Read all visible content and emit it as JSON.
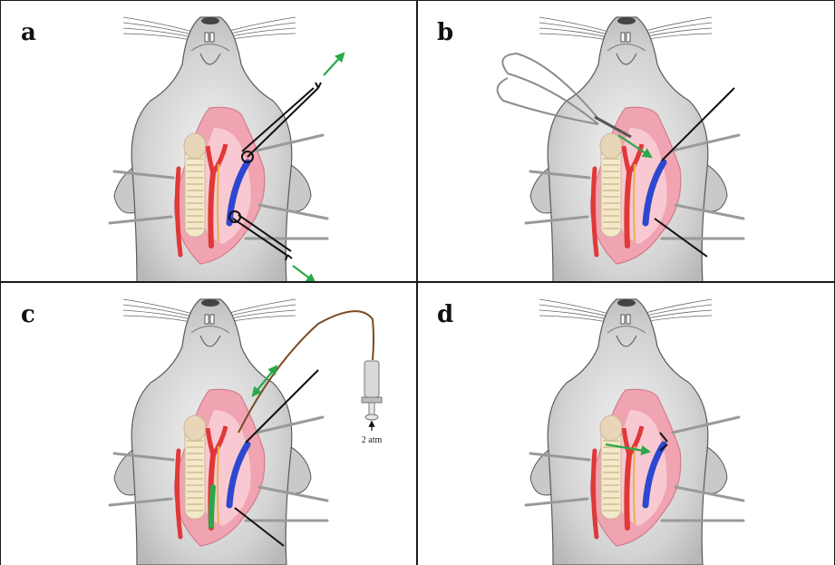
{
  "panels": [
    {
      "letter": "a",
      "variant": "a"
    },
    {
      "letter": "b",
      "variant": "b"
    },
    {
      "letter": "c",
      "variant": "c",
      "pressure_label": "2 atm"
    },
    {
      "letter": "d",
      "variant": "d"
    }
  ],
  "colors": {
    "fur": "#d3d3d3",
    "fur_outline": "#5a5a5a",
    "incision": "#f0a3b0",
    "incision_inner": "#f8c9d2",
    "artery": "#e03838",
    "vein": "#2c48d0",
    "nerve": "#f3e8c8",
    "highlight": "#2aa84a",
    "catheter": "#7a4a22",
    "suture": "#111111"
  }
}
